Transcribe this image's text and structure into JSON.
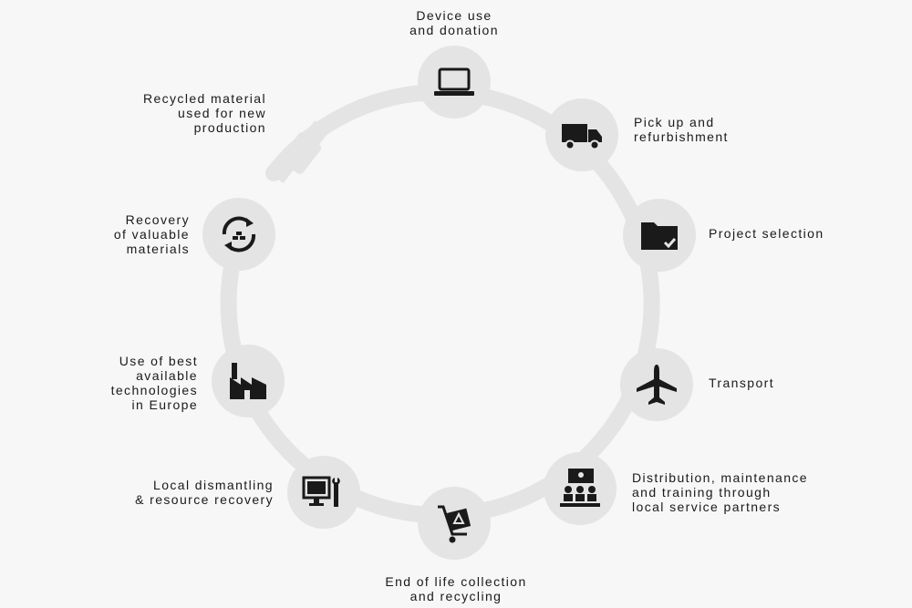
{
  "stages": [
    {
      "id": "device-use",
      "label": "Device use\nand donation",
      "icon": "laptop-icon"
    },
    {
      "id": "pickup",
      "label": "Pick up and\nrefurbishment",
      "icon": "truck-icon"
    },
    {
      "id": "project-selection",
      "label": "Project selection",
      "icon": "folder-check-icon"
    },
    {
      "id": "transport",
      "label": "Transport",
      "icon": "airplane-icon"
    },
    {
      "id": "distribution",
      "label": "Distribution, maintenance\nand training through\nlocal service partners",
      "icon": "classroom-icon"
    },
    {
      "id": "end-of-life",
      "label": "End of life collection\nand recycling",
      "icon": "recycle-cart-icon"
    },
    {
      "id": "dismantling",
      "label": "Local dismantling\n& resource recovery",
      "icon": "monitor-wrench-icon"
    },
    {
      "id": "technologies",
      "label": "Use of best\navailable\ntechnologies\nin Europe",
      "icon": "factory-icon"
    },
    {
      "id": "recovery",
      "label": "Recovery\nof valuable\nmaterials",
      "icon": "gold-cycle-icon"
    },
    {
      "id": "recycled",
      "label": "Recycled material\nused for new\nproduction",
      "icon": "plug-icon"
    }
  ],
  "colors": {
    "ring": "#e4e4e4",
    "icon": "#1a1a1a",
    "background": "#f7f7f7"
  }
}
